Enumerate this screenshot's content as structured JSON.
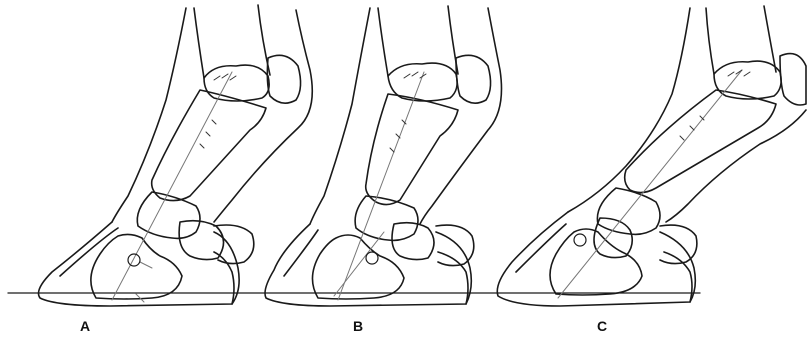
{
  "figure": {
    "panels": [
      {
        "label": "A"
      },
      {
        "label": "B"
      },
      {
        "label": "C"
      }
    ]
  }
}
